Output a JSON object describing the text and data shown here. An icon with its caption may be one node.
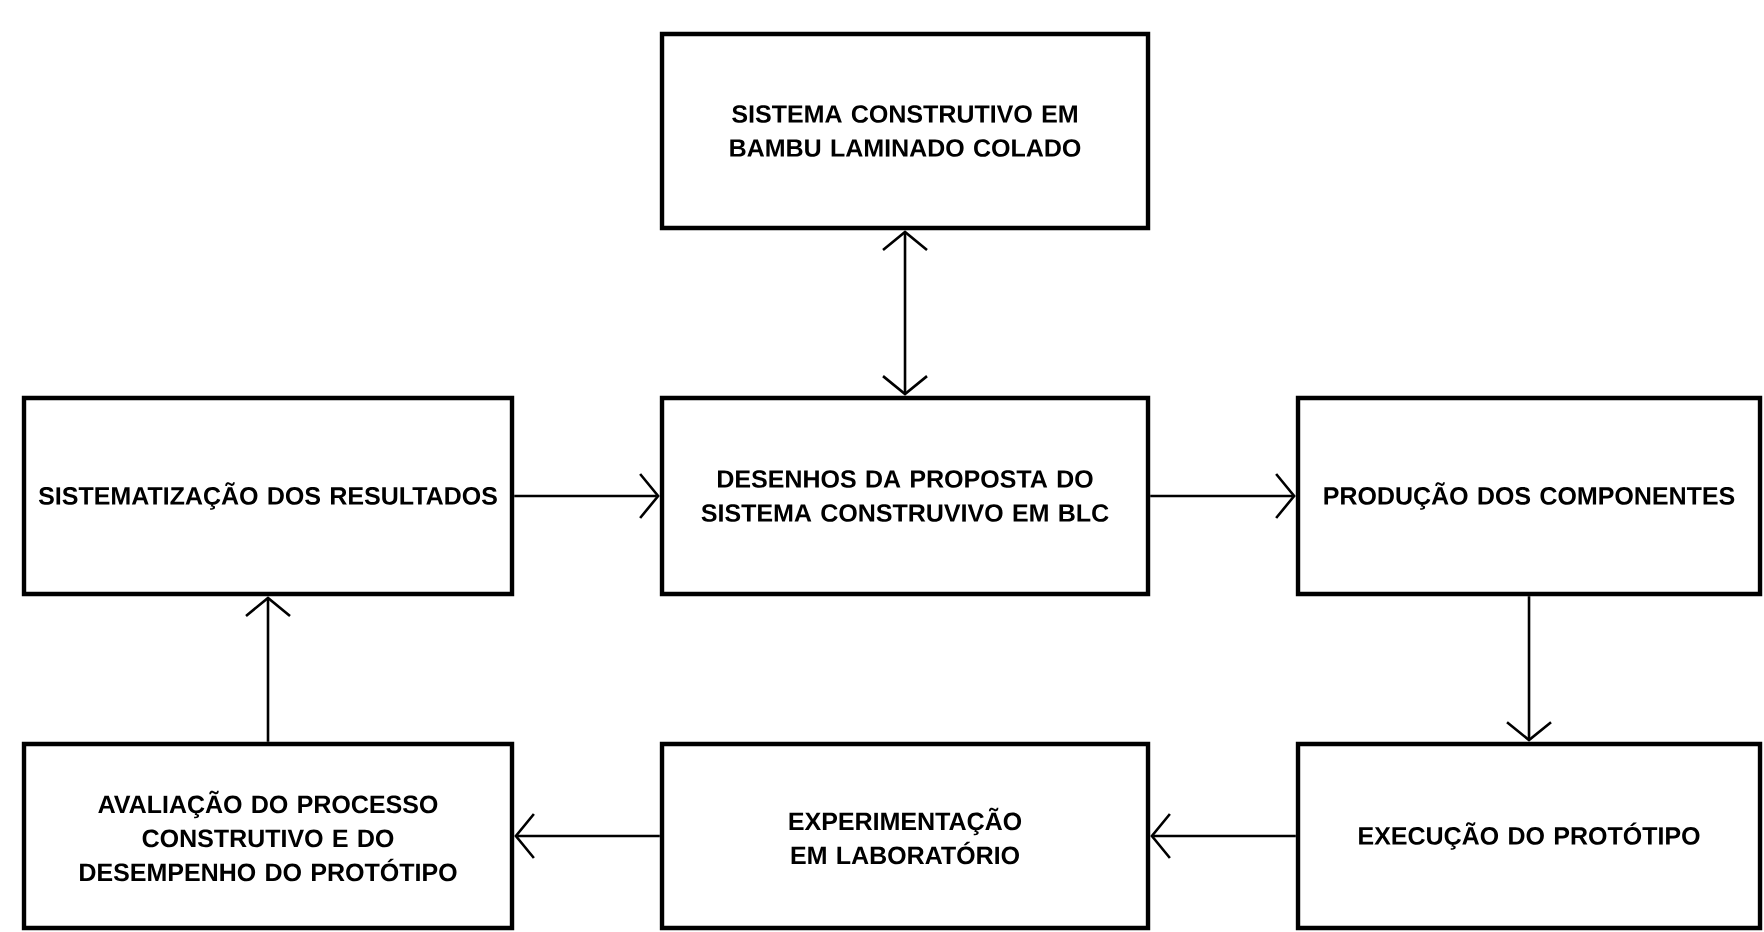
{
  "diagram": {
    "nodes": [
      {
        "text": [
          "SISTEMA CONSTRUTIVO EM BAMBU LAMINADO COLADO"
        ]
      },
      {
        "text": [
          "SISTEMATIZAÇÃO DOS RESULTADOS"
        ]
      },
      {
        "text": [
          "DESENHOS DA PROPOSTA DO SISTEMA CONSTRUVIVO EM BLC"
        ]
      },
      {
        "text": [
          "PRODUÇÃO DOS COMPONENTES"
        ]
      },
      {
        "text": [
          "AVALIAÇÃO DO PROCESSO CONSTRUTIVO E DO DESEMPENHO DO PROTÓTIPO"
        ]
      },
      {
        "text": [
          "EXPERIMENTAÇÃO EM LABORATÓRIO"
        ]
      },
      {
        "text": [
          "EXECUÇÃO DO PROTÓTIPO"
        ]
      }
    ],
    "edges": [
      {
        "from": 0,
        "to": 2,
        "arrow": "both"
      },
      {
        "from": 1,
        "to": 2,
        "arrow": "to"
      },
      {
        "from": 2,
        "to": 3,
        "arrow": "to"
      },
      {
        "from": 3,
        "to": 6,
        "arrow": "to"
      },
      {
        "from": 6,
        "to": 5,
        "arrow": "to"
      },
      {
        "from": 5,
        "to": 4,
        "arrow": "to"
      },
      {
        "from": 4,
        "to": 1,
        "arrow": "to"
      }
    ]
  }
}
